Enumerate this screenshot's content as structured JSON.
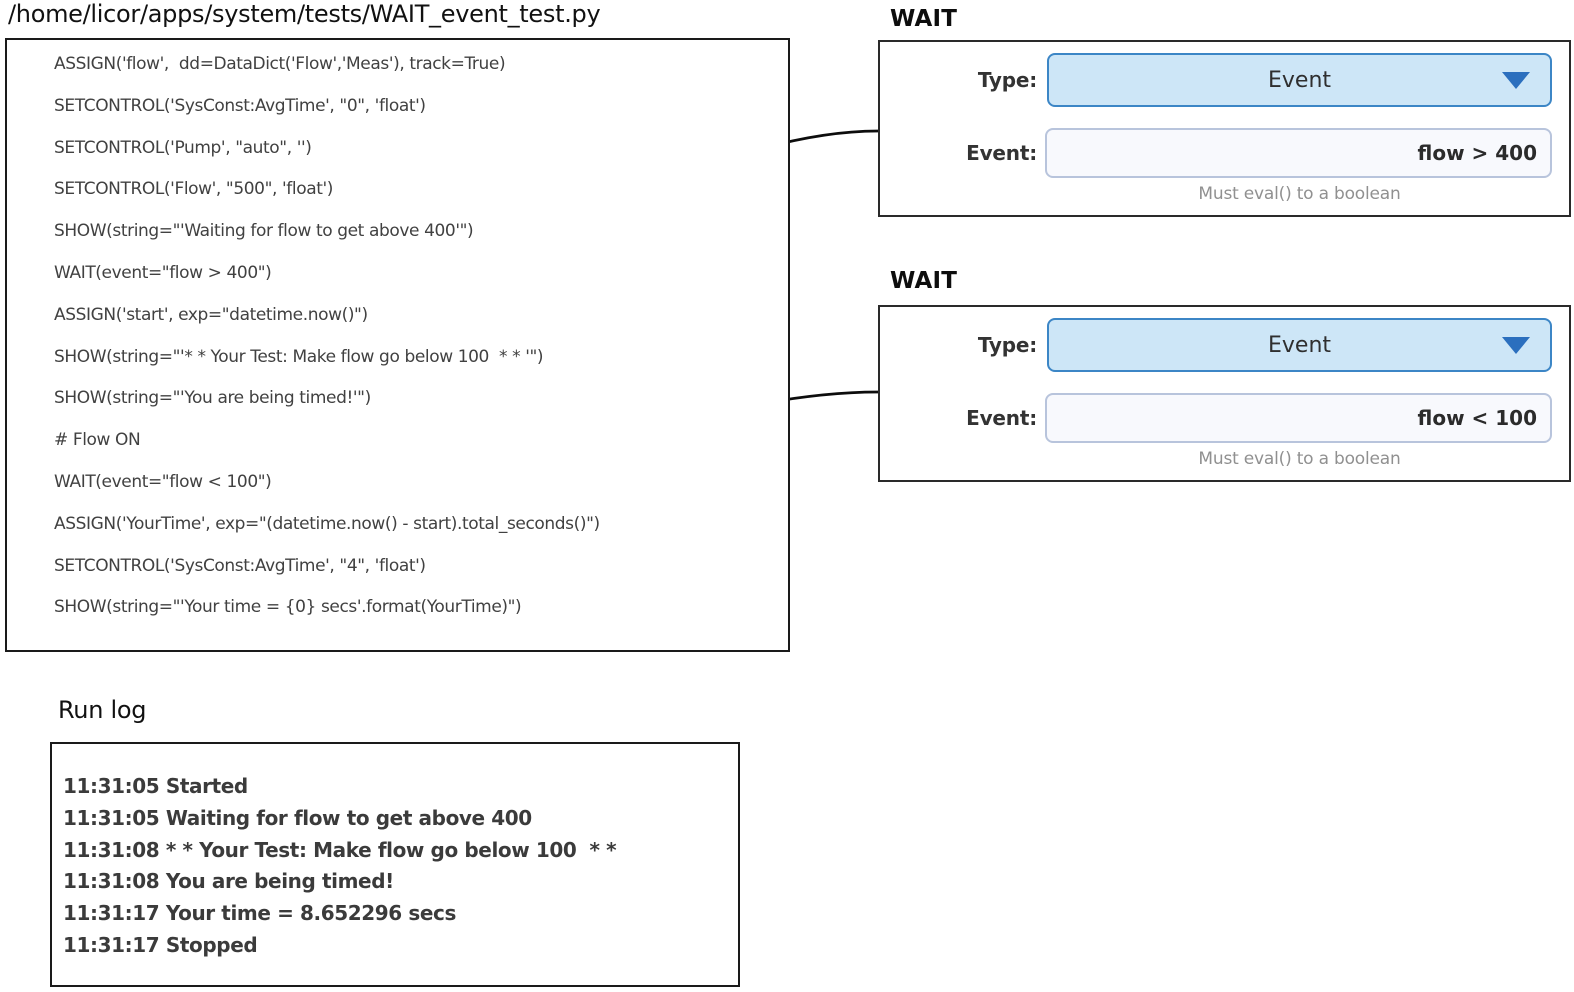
{
  "file_title": "/home/licor/apps/system/tests/WAIT_event_test.py",
  "code_panel": {
    "lines": [
      "ASSIGN('flow',  dd=DataDict('Flow','Meas'), track=True)",
      "SETCONTROL('SysConst:AvgTime', \"0\", 'float')",
      "SETCONTROL('Pump', \"auto\", '')",
      "SETCONTROL('Flow', \"500\", 'float')",
      "SHOW(string=\"'Waiting for flow to get above 400'\")",
      "WAIT(event=\"flow > 400\")",
      "ASSIGN('start', exp=\"datetime.now()\")",
      "SHOW(string=\"'* * Your Test: Make flow go below 100  * * '\")",
      "SHOW(string=\"'You are being timed!'\")",
      "# Flow ON",
      "WAIT(event=\"flow < 100\")",
      "ASSIGN('YourTime', exp=\"(datetime.now() - start).total_seconds()\")",
      "SETCONTROL('SysConst:AvgTime', \"4\", 'float')",
      "SHOW(string=\"'Your time = {0} secs'.format(YourTime)\")"
    ]
  },
  "wait_panels": [
    {
      "title": "WAIT",
      "type_label": "Type:",
      "type_value": "Event",
      "event_label": "Event:",
      "event_value": "flow > 400",
      "helper_text": "Must eval() to a boolean"
    },
    {
      "title": "WAIT",
      "type_label": "Type:",
      "type_value": "Event",
      "event_label": "Event:",
      "event_value": "flow < 100",
      "helper_text": "Must eval() to a boolean"
    }
  ],
  "run_log": {
    "title": "Run log",
    "entries": [
      "11:31:05 Started",
      "11:31:05 Waiting for flow to get above 400",
      "11:31:08 * * Your Test: Make flow go below 100  * *",
      "11:31:08 You are being timed!",
      "11:31:17 Your time = 8.652296 secs",
      "11:31:17 Stopped"
    ]
  },
  "colors": {
    "dropdown_bg": "#cde6f7",
    "dropdown_border": "#3c86c6",
    "dropdown_arrow": "#2b6fbe",
    "input_bg": "#f8f9fd",
    "input_border": "#b8c4dc",
    "helper_text": "#909090",
    "connector": "#0d0d0d"
  }
}
